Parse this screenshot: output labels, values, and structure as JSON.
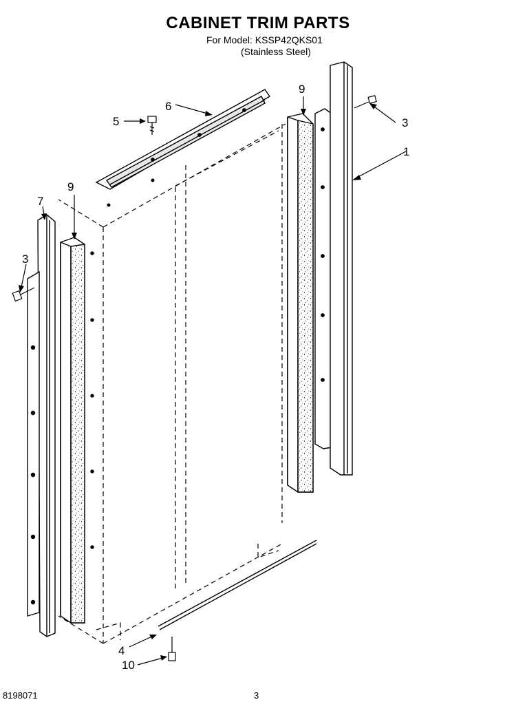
{
  "header": {
    "title": "CABINET TRIM PARTS",
    "model_line": "For Model: KSSP42QKS01",
    "finish_line": "(Stainless Steel)"
  },
  "callouts": {
    "p1": "1",
    "p3_right": "3",
    "p3_left": "3",
    "p4": "4",
    "p5": "5",
    "p6": "6",
    "p7": "7",
    "p9_left": "9",
    "p9_right": "9",
    "p10": "10"
  },
  "footer": {
    "doc_number": "8198071",
    "page_number": "3"
  }
}
